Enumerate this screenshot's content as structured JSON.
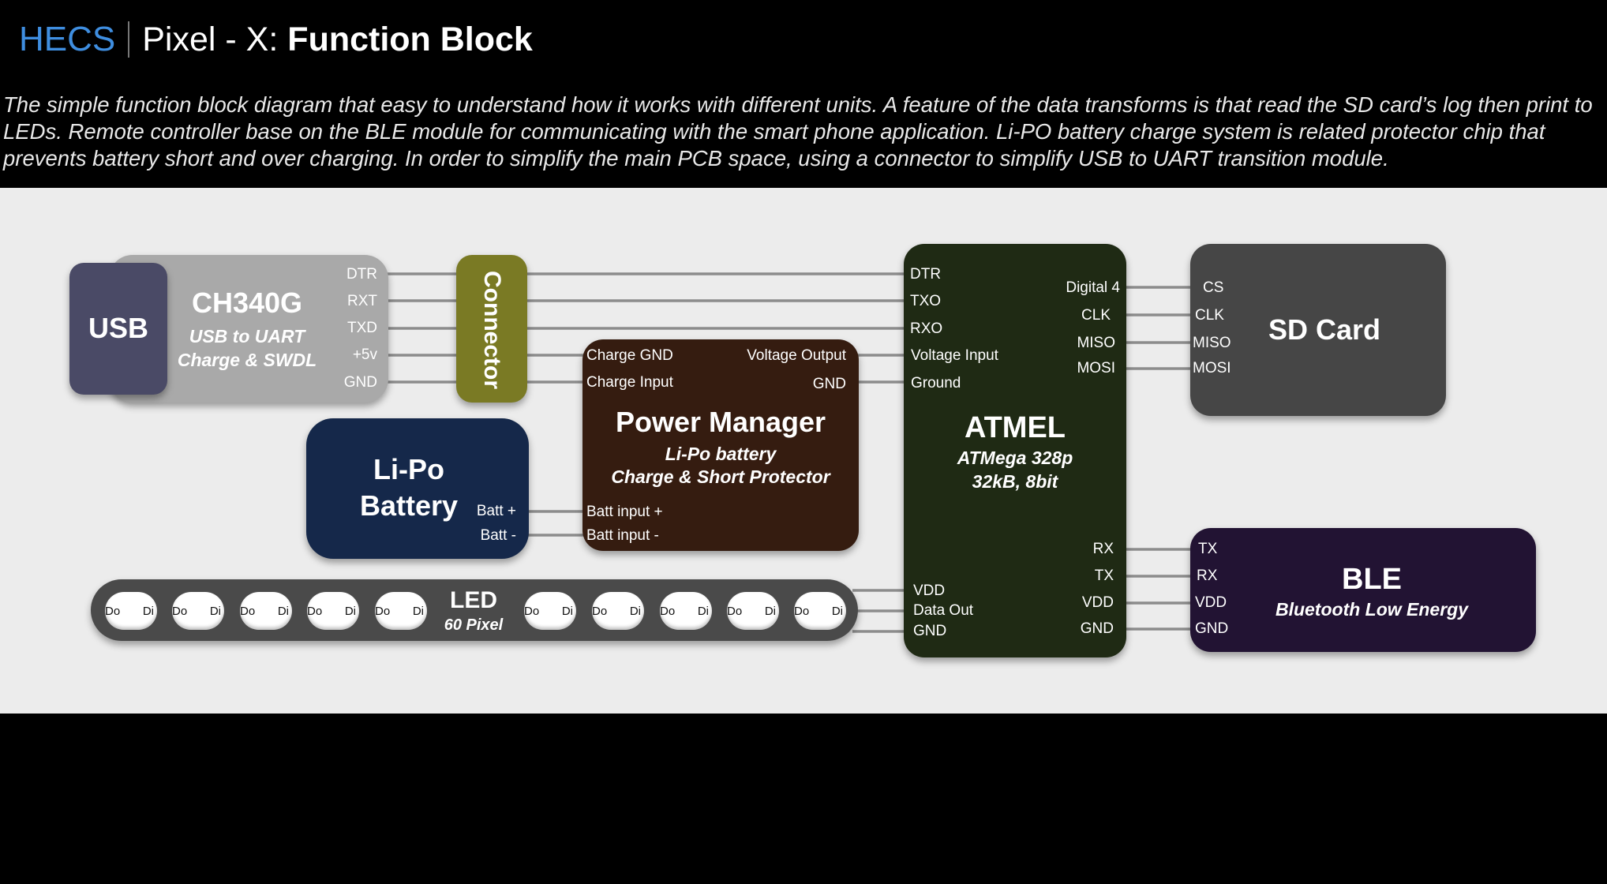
{
  "header": {
    "brand": "HECS",
    "title": "Pixel - X:",
    "title_bold": "Function Block"
  },
  "description": "The simple function block diagram that easy to understand how it works with different units. A feature of the data transforms is that read the SD card’s log then print to LEDs. Remote controller base on the BLE module for communicating with the smart phone application. Li-PO battery charge system is related protector chip that prevents battery short and over charging. In order to simplify the main PCB space, using a connector to simplify USB to UART transition module.",
  "blocks": {
    "usb": {
      "title": "USB"
    },
    "ch340g": {
      "title": "CH340G",
      "sub1": "USB to UART",
      "sub2": "Charge & SWDL",
      "pins": [
        "DTR",
        "RXT",
        "TXD",
        "+5v",
        "GND"
      ]
    },
    "connector": {
      "title": "Connector"
    },
    "power": {
      "title": "Power Manager",
      "sub1": "Li-Po battery",
      "sub2": "Charge & Short Protector",
      "pin_charge_gnd": "Charge GND",
      "pin_charge_input": "Charge Input",
      "pin_voltage_output": "Voltage Output",
      "pin_gnd": "GND",
      "pin_batt_in_plus": "Batt input +",
      "pin_batt_in_minus": "Batt input -"
    },
    "battery": {
      "title1": "Li-Po",
      "title2": "Battery",
      "pin_plus": "Batt +",
      "pin_minus": "Batt -"
    },
    "atmel": {
      "title": "ATMEL",
      "sub1": "ATMega 328p",
      "sub2": "32kB, 8bit",
      "left_pins": [
        "DTR",
        "TXO",
        "RXO",
        "Voltage Input",
        "Ground"
      ],
      "right_pins_top": [
        "Digital 4",
        "CLK",
        "MISO",
        "MOSI"
      ],
      "right_pins_bottom": [
        "RX",
        "TX",
        "VDD",
        "GND"
      ],
      "left_pins_bottom": [
        "VDD",
        "Data Out",
        "GND"
      ]
    },
    "sdcard": {
      "title": "SD Card",
      "pins": [
        "CS",
        "CLK",
        "MISO",
        "MOSI"
      ]
    },
    "ble": {
      "title": "BLE",
      "sub": "Bluetooth Low Energy",
      "pins": [
        "TX",
        "RX",
        "VDD",
        "GND"
      ]
    },
    "led": {
      "title": "LED",
      "sub": "60 Pixel",
      "pin_do": "Do",
      "pin_di": "Di"
    }
  },
  "colors": {
    "usb": "#4a4a66",
    "ch340g": "#a9a9a9",
    "connector": "#7a7a24",
    "power": "#351c10",
    "battery": "#15284a",
    "atmel": "#1f2a14",
    "sdcard": "#464646",
    "ble": "#221333",
    "led": "#4a4a4a",
    "wire": "#8c8c8c",
    "panel": "#ececec",
    "brand": "#3f8ee0"
  }
}
